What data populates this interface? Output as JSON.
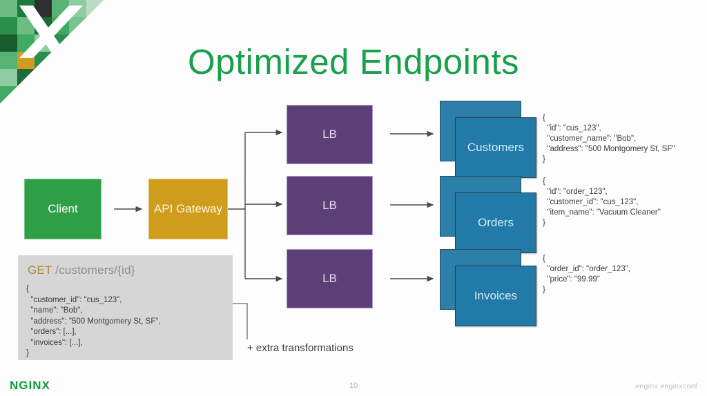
{
  "slide": {
    "title": "Optimized Endpoints",
    "page_number": "10",
    "brand_logo": "NGINX",
    "hashtags": "#nginx  #nginxconf",
    "accent_green": "#19a04b",
    "accent_gold": "#d09c1b",
    "accent_purple": "#5d3f77",
    "accent_blue": "#217aa8"
  },
  "corner_logo": {
    "name": "nginx-conf-mosaic-logo",
    "letter": "X"
  },
  "flow": {
    "client": {
      "label": "Client",
      "color": "#2e9e47"
    },
    "gateway": {
      "label": "API Gateway",
      "color": "#d09c1b"
    },
    "load_balancers": [
      {
        "label": "LB"
      },
      {
        "label": "LB"
      },
      {
        "label": "LB"
      }
    ],
    "services": [
      {
        "label": "Customers"
      },
      {
        "label": "Orders"
      },
      {
        "label": "Invoices"
      }
    ]
  },
  "responses": [
    {
      "name": "customers-response",
      "text": "{\n  \"id\": \"cus_123\",\n  \"customer_name\": \"Bob\",\n  \"address\": \"500 Montgomery St, SF\"\n}"
    },
    {
      "name": "orders-response",
      "text": "{\n  \"id\": \"order_123\",\n  \"customer_id\": \"cus_123\",\n  \"item_name\": \"Vacuum Cleaner\"\n}"
    },
    {
      "name": "invoices-response",
      "text": "{\n  \"order_id\": \"order_123\",\n  \"price\": \"99.99\"\n}"
    }
  ],
  "request_card": {
    "method": "GET",
    "path": " /customers/{id}",
    "body": "{\n  \"customer_id\": \"cus_123\",\n  \"name\": \"Bob\",\n  \"address\": \"500 Montgomery St, SF\",\n  \"orders\": [...],\n  \"invoices\": [...],\n}"
  },
  "caption": "+ extra transformations"
}
